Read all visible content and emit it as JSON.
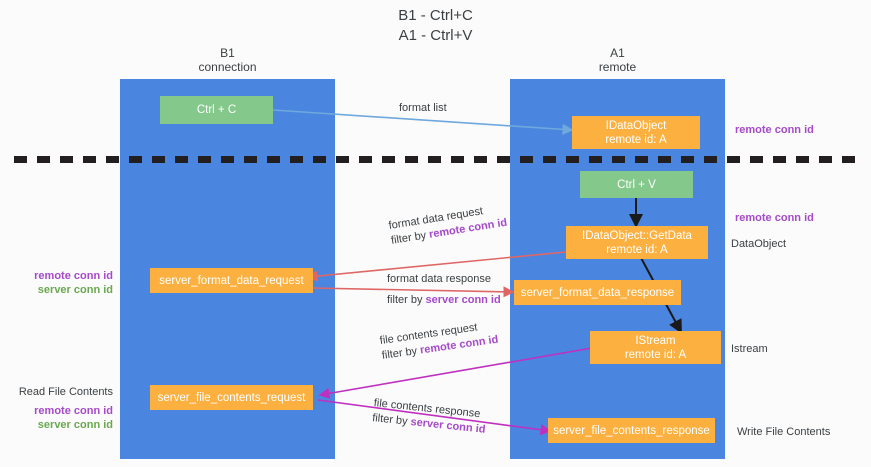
{
  "title": "B1 - Ctrl+C\nA1 - Ctrl+V",
  "columns": {
    "left": {
      "name": "B1",
      "role": "connection",
      "header": "B1\nconnection"
    },
    "right": {
      "name": "A1",
      "role": "remote",
      "header": "A1\nremote"
    }
  },
  "colors": {
    "lane": "#4a86e0",
    "node_green": "#84c98b",
    "node_orange": "#fbb040",
    "highlight_purple": "#a64ac9",
    "highlight_green": "#6aa84f",
    "edge_blue": "#6fa8dc",
    "edge_red": "#e06666",
    "edge_magenta": "#c030c0",
    "edge_black": "#1a1a1a",
    "background": "#fbfbfb"
  },
  "nodes": {
    "ctrl_c": {
      "label": "Ctrl + C",
      "style": "green"
    },
    "idataobject": {
      "label": "IDataObject\nremote id: A",
      "style": "orange"
    },
    "ctrl_v": {
      "label": "Ctrl + V",
      "style": "green"
    },
    "idataobject_getdata": {
      "label": "IDataObject::GetData\nremote id: A",
      "style": "orange"
    },
    "server_format_data_request": {
      "label": "server_format_data_request",
      "style": "orange"
    },
    "server_format_data_response": {
      "label": "server_format_data_response",
      "style": "orange"
    },
    "istream": {
      "label": "IStream\nremote id: A",
      "style": "orange"
    },
    "server_file_contents_request": {
      "label": "server_file_contents_request",
      "style": "orange"
    },
    "server_file_contents_response": {
      "label": "server_file_contents_response",
      "style": "orange"
    }
  },
  "edge_labels": {
    "format_list": {
      "line1": "format list",
      "line2": "",
      "highlight": ""
    },
    "format_data_request": {
      "line1": "format data request",
      "line2_prefix": "filter by ",
      "line2_highlight": "remote conn id"
    },
    "format_data_response": {
      "line1": "format data response",
      "line2_prefix": "filter by ",
      "line2_highlight": "server conn id"
    },
    "file_contents_request": {
      "line1": "file contents request",
      "line2_prefix": "filter by ",
      "line2_highlight": "remote conn id"
    },
    "file_contents_response": {
      "line1": "file contents response",
      "line2_prefix": "filter by ",
      "line2_highlight": "server conn id"
    }
  },
  "right_notes": {
    "remote_conn_id_top": "remote conn id",
    "remote_conn_id_second": "remote conn id",
    "dataobject": "DataObject",
    "istream": "Istream",
    "write_file_contents": "Write File Contents"
  },
  "left_notes": {
    "conn_ids_1": {
      "remote": "remote conn id",
      "server": "server conn id"
    },
    "read_file_contents": "Read File Contents",
    "conn_ids_2": {
      "remote": "remote conn id",
      "server": "server conn id"
    }
  }
}
